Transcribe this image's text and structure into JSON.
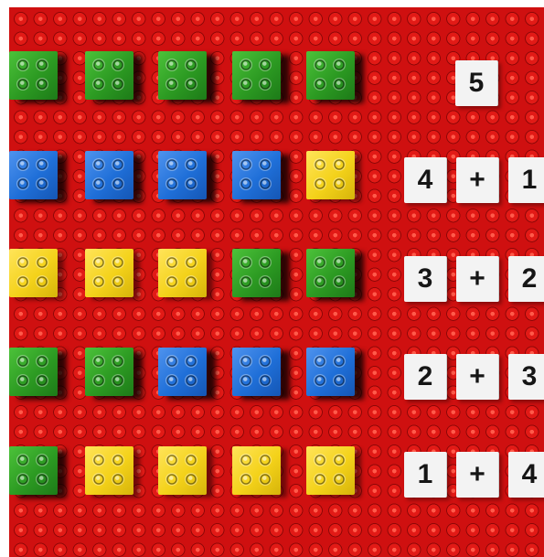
{
  "rows": [
    {
      "bricks": [
        "green",
        "green",
        "green",
        "green",
        "green"
      ],
      "tiles": [
        "5"
      ]
    },
    {
      "bricks": [
        "blue",
        "blue",
        "blue",
        "blue",
        "yellow"
      ],
      "tiles": [
        "4",
        "+",
        "1"
      ]
    },
    {
      "bricks": [
        "yellow",
        "yellow",
        "yellow",
        "green",
        "green"
      ],
      "tiles": [
        "3",
        "+",
        "2"
      ]
    },
    {
      "bricks": [
        "green",
        "green",
        "blue",
        "blue",
        "blue"
      ],
      "tiles": [
        "2",
        "+",
        "3"
      ]
    },
    {
      "bricks": [
        "green",
        "yellow",
        "yellow",
        "yellow",
        "yellow"
      ],
      "tiles": [
        "1",
        "+",
        "4"
      ]
    }
  ],
  "colors": {
    "baseplate": "#cf1010",
    "green": "#2c9a22",
    "blue": "#1f6fd8",
    "yellow": "#f4d21a",
    "tile": "#f3f3f3"
  }
}
